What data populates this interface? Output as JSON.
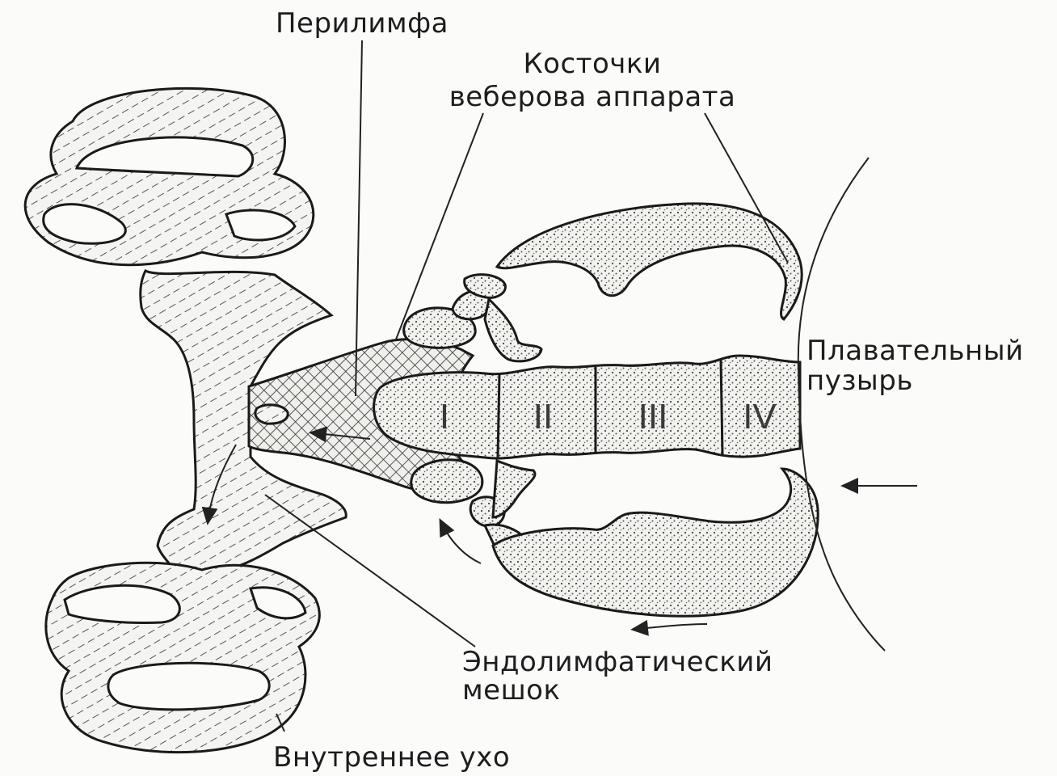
{
  "labels": {
    "perilymph": "Перилимфа",
    "ossicles_line1": "Косточки",
    "ossicles_line2": "веберова аппарата",
    "swim_bladder_line1": "Плавательный",
    "swim_bladder_line2": "пузырь",
    "endolymphatic_line1": "Эндолимфатический",
    "endolymphatic_line2": "мешок",
    "inner_ear": "Внутреннее ухо"
  },
  "vertebrae": [
    "I",
    "II",
    "III",
    "IV"
  ],
  "colors": {
    "ink": "#1a1a1a",
    "paper": "#fbfbfa",
    "fill": "#d8d8d4"
  }
}
